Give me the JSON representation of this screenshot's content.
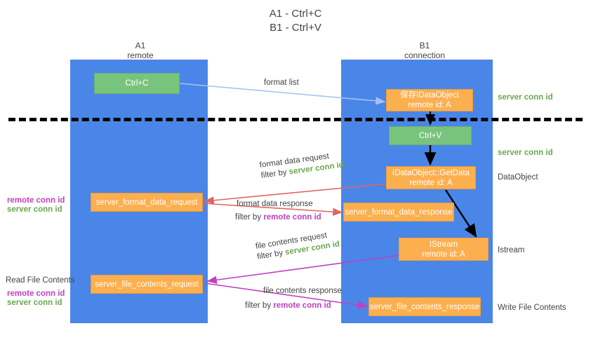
{
  "title": {
    "line1": "A1 - Ctrl+C",
    "line2": "B1 - Ctrl+V"
  },
  "columns": {
    "left": {
      "name": "A1",
      "role": "remote"
    },
    "right": {
      "name": "B1",
      "role": "connection"
    }
  },
  "boxes": {
    "ctrl_c": {
      "label": "Ctrl+C"
    },
    "save_idataobject": {
      "line1": "保存IDataObject",
      "line2": "remote id: A"
    },
    "ctrl_v": {
      "label": "Ctrl+V"
    },
    "getdata": {
      "line1": "IDataObject::GetData",
      "line2": "remote id: A"
    },
    "istream": {
      "line1": "IStream",
      "line2": "remote id: A"
    },
    "server_format_data_request": {
      "label": "server_format_data_request"
    },
    "server_format_data_response": {
      "label": "server_format_data_response"
    },
    "server_file_contents_request": {
      "label": "server_file_contents_request"
    },
    "server_file_contents_response": {
      "label": "server_file_contents_response"
    }
  },
  "edge_labels": {
    "format_list": "format list",
    "format_data_request": "format data request",
    "format_data_request_filter_prefix": "filter by ",
    "format_data_request_filter_key": "server conn id",
    "format_data_response": "format data response",
    "format_data_response_filter_prefix": "filter by ",
    "format_data_response_filter_key": "remote conn id",
    "file_contents_request": "file contents request",
    "file_contents_request_filter_prefix": "filter by ",
    "file_contents_request_filter_key": "server conn id",
    "file_contents_response": "file contents response",
    "file_contents_response_filter_prefix": "filter by ",
    "file_contents_response_filter_key": "remote conn id"
  },
  "right_annotations": {
    "server_conn_id_top": "server conn id",
    "server_conn_id_mid": "server conn id",
    "dataobject": "DataObject",
    "istream": "Istream",
    "write_file_contents": "Write File Contents"
  },
  "left_annotations": {
    "remote_conn_id_mid": "remote conn id",
    "server_conn_id_mid": "server conn id",
    "read_file_contents": "Read File Contents",
    "remote_conn_id_bottom": "remote conn id",
    "server_conn_id_bottom": "server conn id"
  },
  "colors": {
    "lane": "#4a86e8",
    "green_box": "#79c47c",
    "orange_box": "#fcaf4f",
    "green_text": "#6aa84f",
    "magenta_text": "#c13fc1",
    "light_blue_arrow": "#a4c2f4",
    "red_arrow": "#e06666",
    "magenta_arrow": "#c13fc1",
    "black_arrow": "#000000"
  }
}
